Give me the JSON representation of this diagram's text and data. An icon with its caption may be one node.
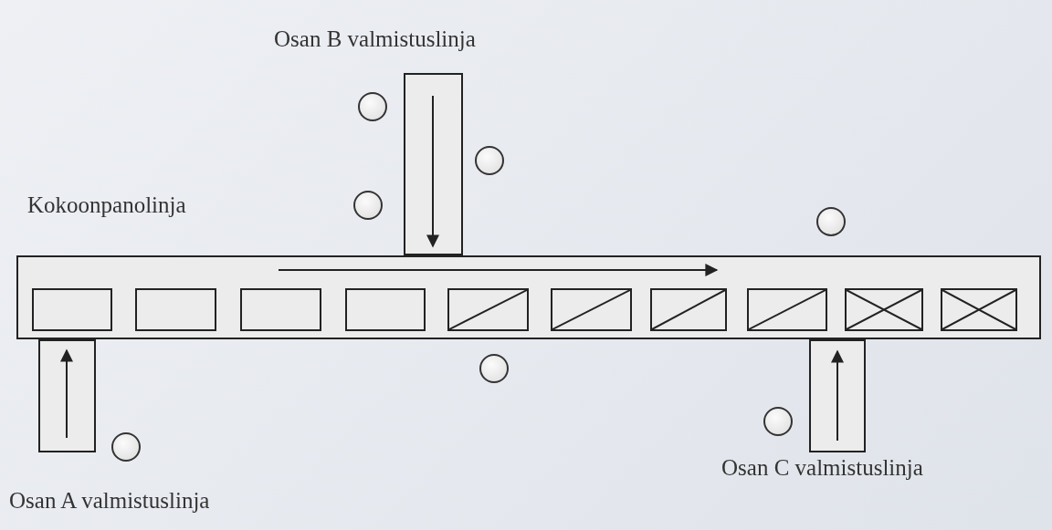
{
  "diagram": {
    "nodes": [
      {
        "text": [
          "Kokoonpanolinja"
        ]
      },
      {
        "text": [
          "Osan B valmistuslinja"
        ]
      },
      {
        "text": [
          "Osan A valmistuslinja"
        ]
      },
      {
        "text": [
          "Osan C valmistuslinja"
        ]
      },
      {
        "text": [],
        "shape": "box",
        "in": 0
      },
      {
        "text": [],
        "shape": "box",
        "in": 0
      },
      {
        "text": [],
        "shape": "box",
        "in": 0
      },
      {
        "text": [],
        "shape": "box",
        "in": 0
      },
      {
        "text": [],
        "shape": "box",
        "in": 0
      },
      {
        "text": [],
        "shape": "box",
        "in": 0
      },
      {
        "text": [],
        "shape": "box",
        "in": 0
      },
      {
        "text": [],
        "shape": "box",
        "in": 0
      },
      {
        "text": [],
        "shape": "box",
        "in": 0
      },
      {
        "text": [],
        "shape": "box",
        "in": 0
      },
      {
        "text": [],
        "shape": "circle"
      },
      {
        "text": [],
        "shape": "circle"
      },
      {
        "text": [],
        "shape": "circle"
      },
      {
        "text": [],
        "shape": "circle"
      },
      {
        "text": [],
        "shape": "circle"
      },
      {
        "text": [],
        "shape": "circle"
      },
      {
        "text": [],
        "shape": "circle"
      }
    ]
  }
}
